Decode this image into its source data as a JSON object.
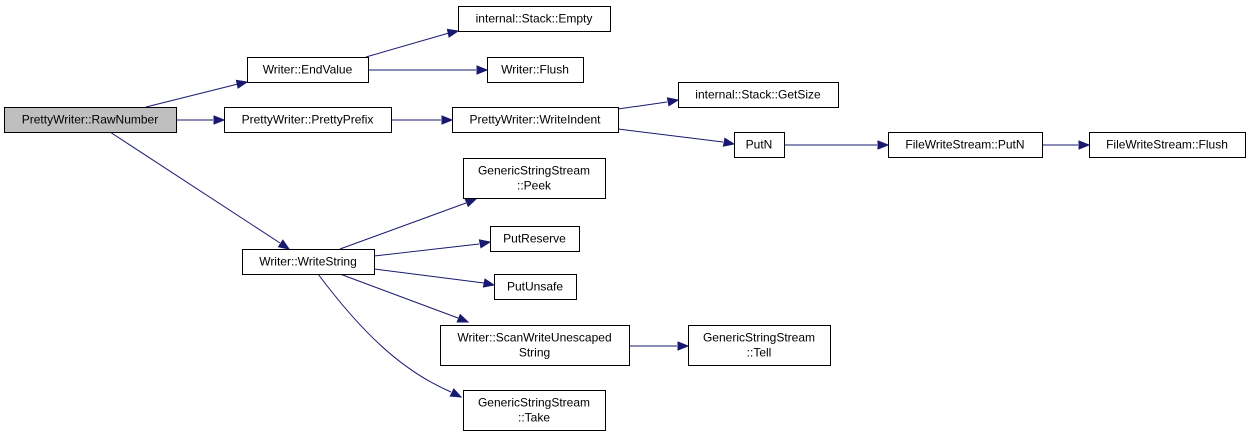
{
  "nodes": {
    "raw_number": {
      "lines": [
        "PrettyWriter::RawNumber"
      ],
      "root": true
    },
    "end_value": {
      "lines": [
        "Writer::EndValue"
      ]
    },
    "stack_empty": {
      "lines": [
        "internal::Stack::Empty"
      ]
    },
    "writer_flush": {
      "lines": [
        "Writer::Flush"
      ]
    },
    "pretty_prefix": {
      "lines": [
        "PrettyWriter::PrettyPrefix"
      ]
    },
    "write_indent": {
      "lines": [
        "PrettyWriter::WriteIndent"
      ]
    },
    "stack_getsize": {
      "lines": [
        "internal::Stack::GetSize"
      ]
    },
    "putn": {
      "lines": [
        "PutN"
      ]
    },
    "fws_putn": {
      "lines": [
        "FileWriteStream::PutN"
      ]
    },
    "fws_flush": {
      "lines": [
        "FileWriteStream::Flush"
      ]
    },
    "write_string": {
      "lines": [
        "Writer::WriteString"
      ]
    },
    "gss_peek": {
      "lines": [
        "GenericStringStream",
        "::Peek"
      ]
    },
    "put_reserve": {
      "lines": [
        "PutReserve"
      ]
    },
    "put_unsafe": {
      "lines": [
        "PutUnsafe"
      ]
    },
    "scan_write": {
      "lines": [
        "Writer::ScanWriteUnescaped",
        "String"
      ]
    },
    "gss_tell": {
      "lines": [
        "GenericStringStream",
        "::Tell"
      ]
    },
    "gss_take": {
      "lines": [
        "GenericStringStream",
        "::Take"
      ]
    }
  },
  "edges": [
    [
      "raw_number",
      "end_value"
    ],
    [
      "raw_number",
      "pretty_prefix"
    ],
    [
      "raw_number",
      "write_string"
    ],
    [
      "end_value",
      "stack_empty"
    ],
    [
      "end_value",
      "writer_flush"
    ],
    [
      "pretty_prefix",
      "write_indent"
    ],
    [
      "write_indent",
      "stack_getsize"
    ],
    [
      "write_indent",
      "putn"
    ],
    [
      "putn",
      "fws_putn"
    ],
    [
      "fws_putn",
      "fws_flush"
    ],
    [
      "write_string",
      "gss_peek"
    ],
    [
      "write_string",
      "put_reserve"
    ],
    [
      "write_string",
      "put_unsafe"
    ],
    [
      "write_string",
      "scan_write"
    ],
    [
      "write_string",
      "gss_take"
    ],
    [
      "scan_write",
      "gss_tell"
    ]
  ],
  "colors": {
    "edge": "#191970",
    "root_fill": "#bfbfbf",
    "node_fill": "#ffffff",
    "border": "#000000"
  }
}
